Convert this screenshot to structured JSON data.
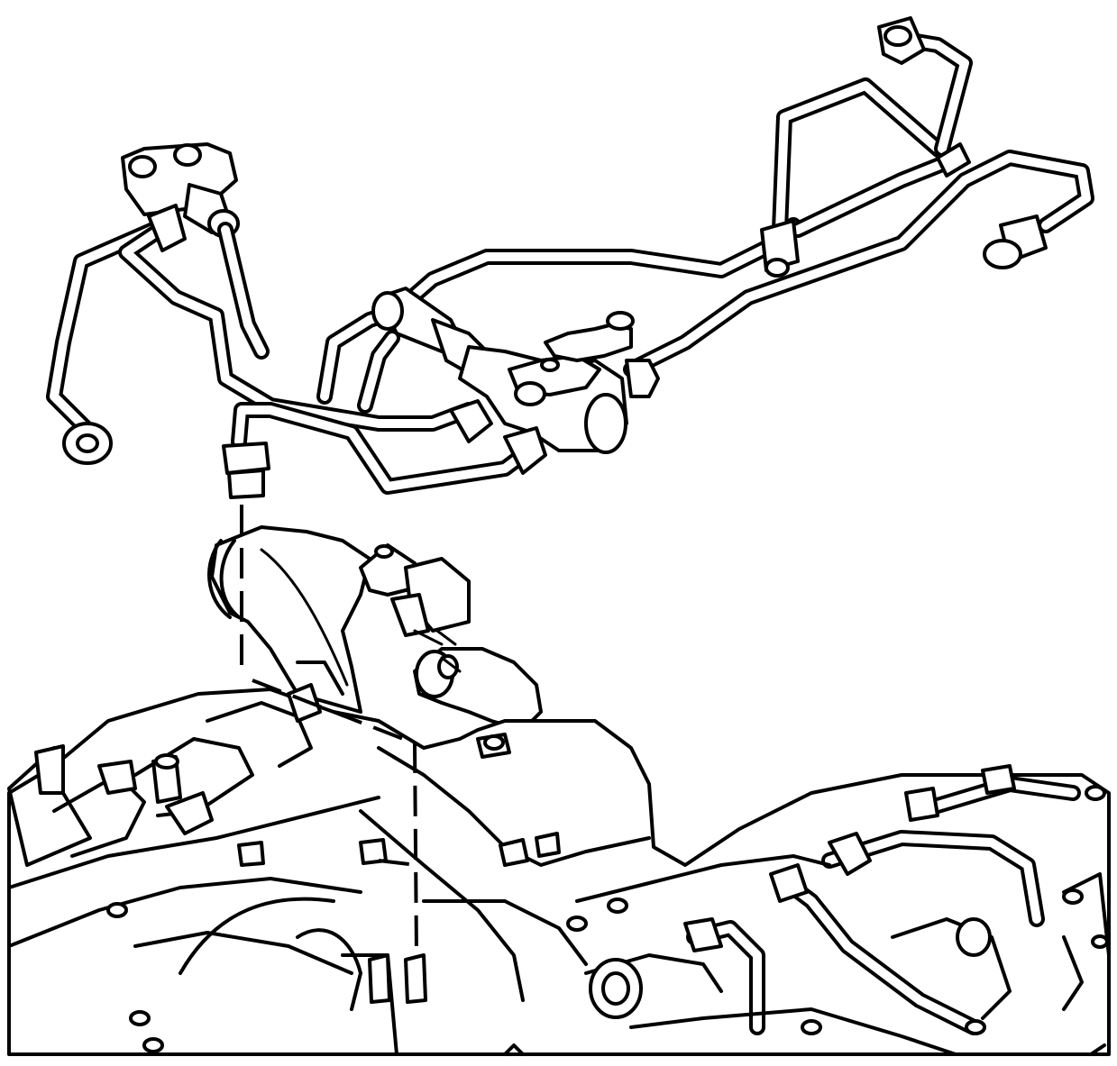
{
  "diagram": {
    "background": "#ffffff",
    "line_color": "#000000",
    "components": [
      "fuel-line-assembly",
      "fuel-pressure-regulator",
      "fuel-rail-fitting",
      "fuel-supply-fitting",
      "throttle-body-inlet",
      "sensor-connector",
      "engine-intake-manifold",
      "alignment-guide-lines"
    ]
  }
}
